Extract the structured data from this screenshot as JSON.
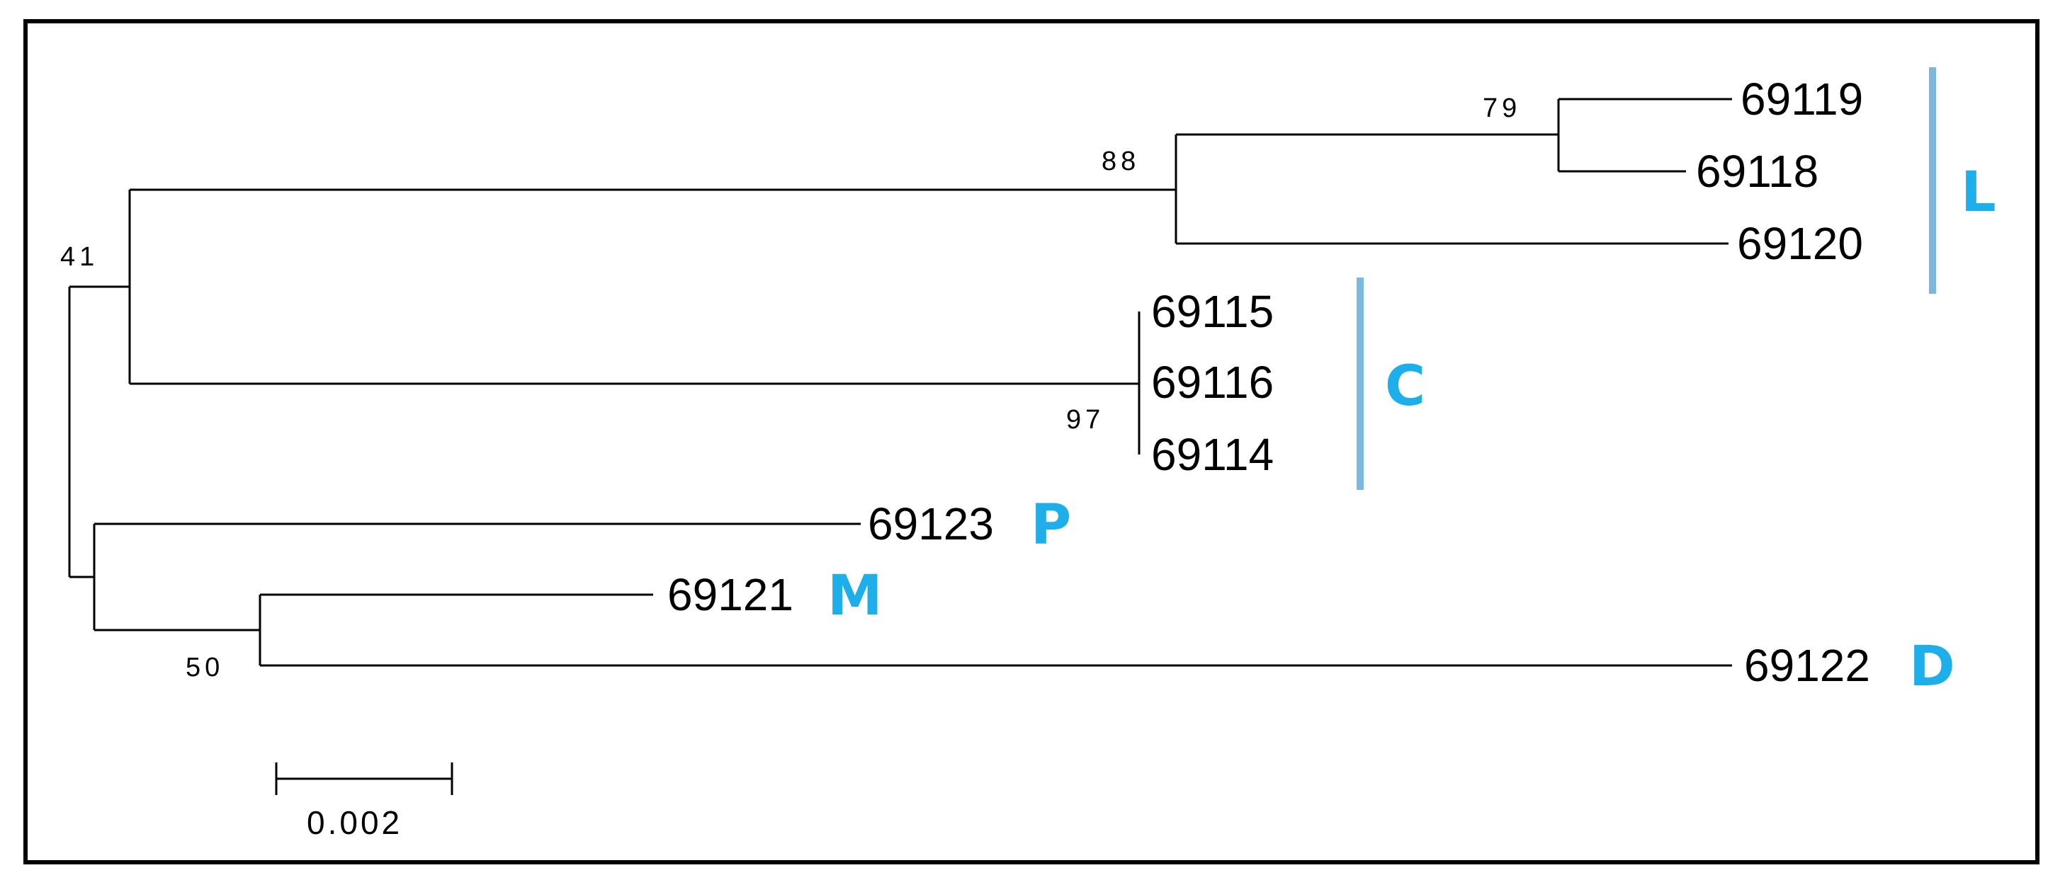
{
  "tree": {
    "support_values": {
      "root": "41",
      "ml_clade": "88",
      "l_sub": "79",
      "c_clade": "97",
      "md_clade": "50"
    },
    "taxa": {
      "t69119": "69119",
      "t69118": "69118",
      "t69120": "69120",
      "t69115": "69115",
      "t69116": "69116",
      "t69114": "69114",
      "t69123": "69123",
      "t69121": "69121",
      "t69122": "69122"
    },
    "groups": {
      "L": "L",
      "C": "C",
      "P": "P",
      "M": "M",
      "D": "D"
    },
    "scale_bar": {
      "label": "0.002"
    }
  },
  "colors": {
    "group_label": "#1eaee9",
    "bracket": "#7ab8e0",
    "branch": "#000000"
  }
}
